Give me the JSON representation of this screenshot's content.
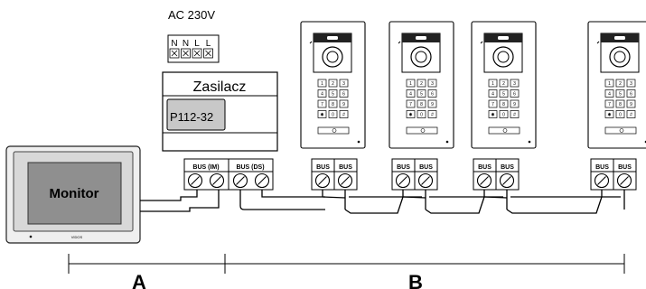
{
  "supply": {
    "voltage_label": "AC 230V",
    "terminal_letters": [
      "N",
      "N",
      "L",
      "L"
    ],
    "title": "Zasilacz",
    "model": "P112-32"
  },
  "monitor": {
    "label": "Monitor",
    "brand": "VIDOS"
  },
  "terminals": {
    "bus_im": "BUS (IM)",
    "bus_ds": "BUS (DS)",
    "bus": "BUS"
  },
  "keypad_keys": [
    "1",
    "2",
    "3",
    "4",
    "5",
    "6",
    "7",
    "8",
    "9",
    "✱",
    "0",
    "#"
  ],
  "sections": {
    "a": "A",
    "b": "B"
  }
}
